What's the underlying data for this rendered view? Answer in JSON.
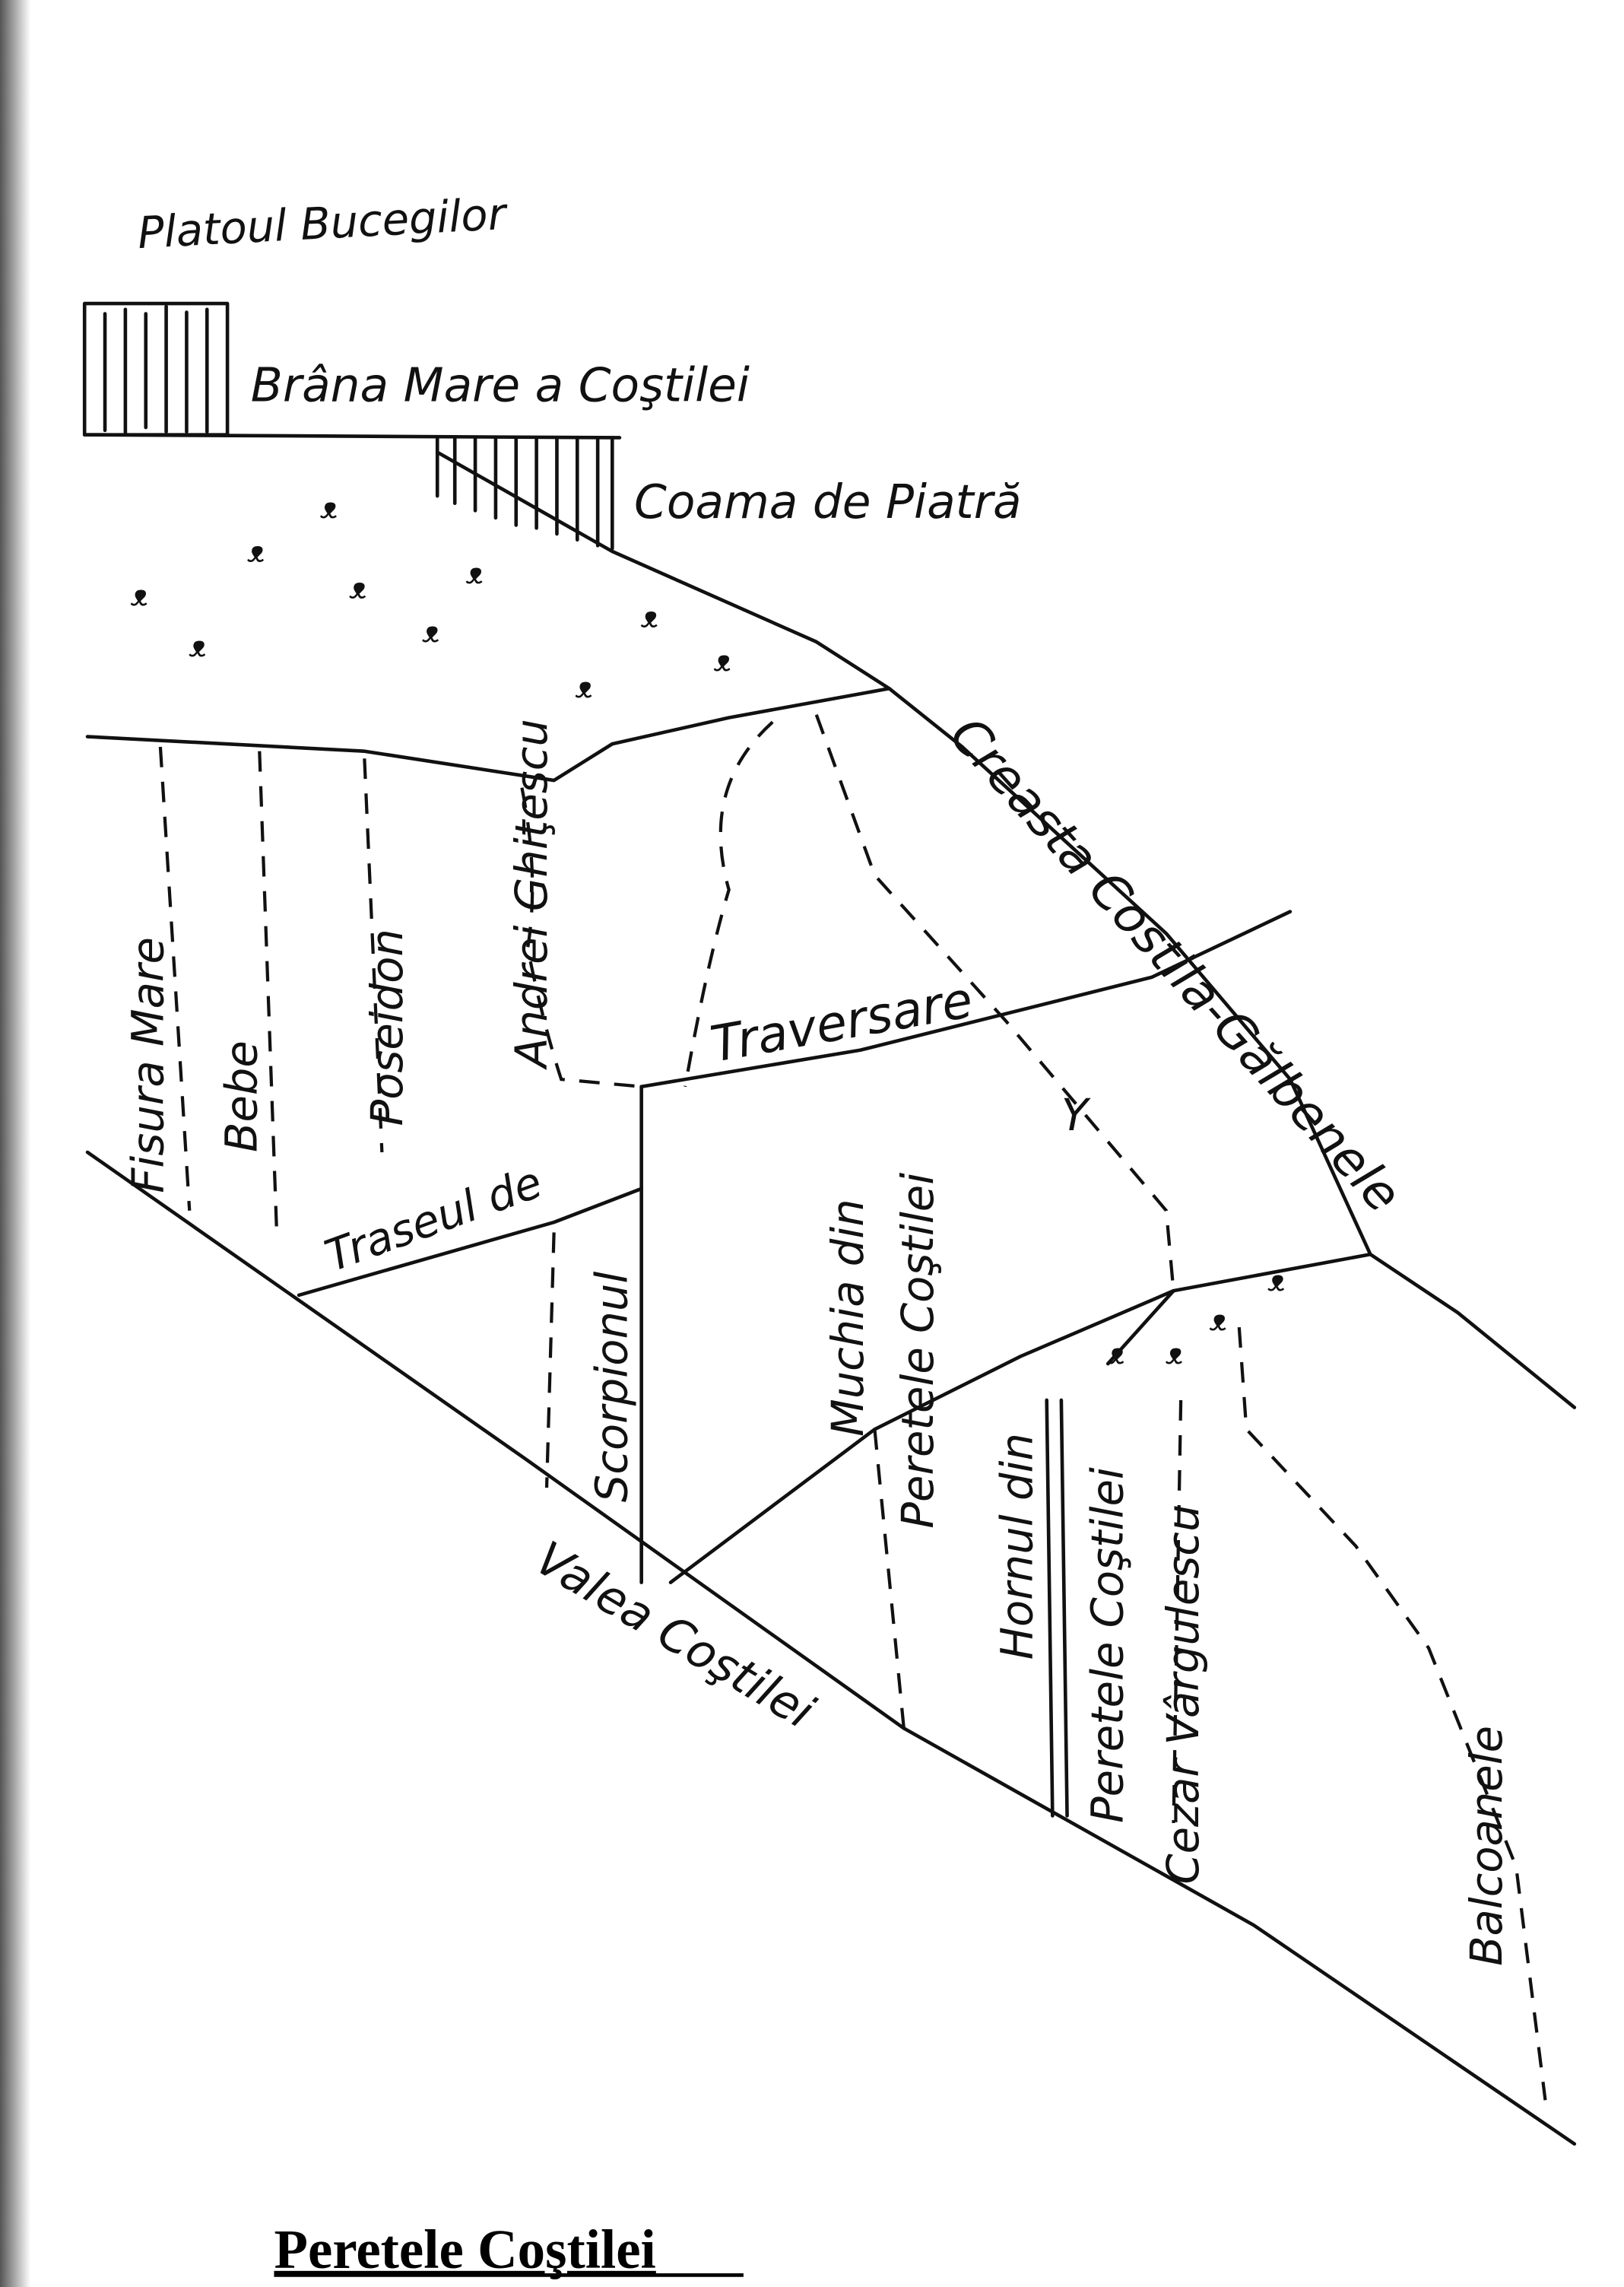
{
  "diagram": {
    "title": "Peretele Coştilei",
    "labels": {
      "plateau": "Platoul Bucegilor",
      "ledge": "Brâna Mare a Coştilei",
      "stone_ridge": "Coama de Piatră",
      "main_ridge": "Creasta Costila-Gălbenele",
      "valley": "Valea Coştilei",
      "traverse": "Traversare",
      "y_route": "Y",
      "fisura_mare": "Fisura Mare",
      "bebe": "Bebe",
      "poseidon": "Poseidon",
      "andrei": "Andrei Ghiţescu",
      "traseul_de": "Traseul de",
      "scorpionul": "Scorpionul",
      "muchia_din": "Muchia din",
      "peretele_1": "Peretele Coştilei",
      "hornul_din": "Hornul din",
      "peretele_2": "Peretele Coştilei",
      "cezar": "Cezar Vârgulescu",
      "balcoanele": "Balcoanele"
    }
  }
}
